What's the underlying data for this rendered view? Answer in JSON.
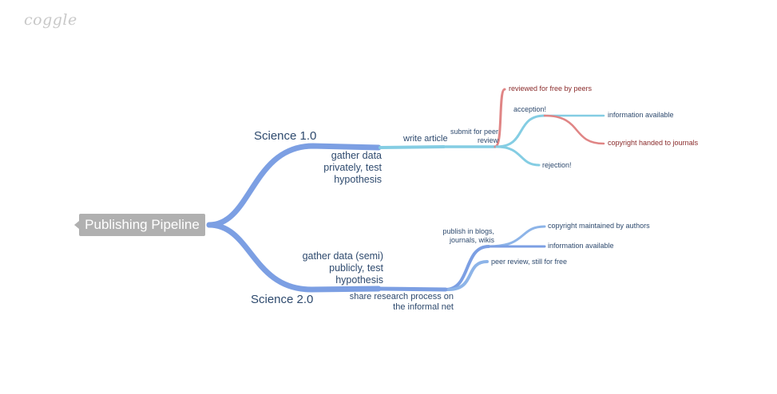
{
  "logo": "coggle",
  "root": "Publishing Pipeline",
  "colors": {
    "main": "#7c9fe3",
    "cyan": "#84cde3",
    "red": "#e08585",
    "blue2": "#8db4e8"
  },
  "nodes": {
    "science1": "Science 1.0",
    "gather1_l1": "gather data",
    "gather1_l2": "privately, test",
    "gather1_l3": "hypothesis",
    "write_article": "write article",
    "submit_l1": "submit for peer",
    "submit_l2": "review",
    "reviewed": "reviewed for free by peers",
    "acception": "acception!",
    "info1": "information available",
    "copyright_journals": "copyright handed to journals",
    "rejection": "rejection!",
    "science2": "Science 2.0",
    "gather2_l1": "gather data (semi)",
    "gather2_l2": "publicly, test",
    "gather2_l3": "hypothesis",
    "share_l1": "share research process on",
    "share_l2": "the informal net",
    "publish_l1": "publish in blogs,",
    "publish_l2": "journals, wikis",
    "copyright_authors": "copyright maintained by authors",
    "info2": "information available",
    "peer_free": "peer review, still for free"
  }
}
